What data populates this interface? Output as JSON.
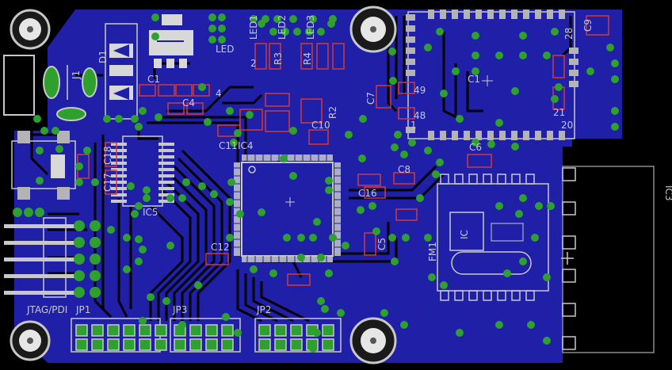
{
  "colors": {
    "background": "#000000",
    "copper_bottom": "#1f1fa8",
    "trace": "#000000",
    "via": "#2ea02e",
    "pad": "#b4b4b4",
    "silkscreen": "#c8c8c8",
    "outline": "#d23a3a"
  },
  "labels": {
    "led": "LED",
    "led1": "LED1",
    "led2": "LED2",
    "led3": "LED3",
    "r3": "R3",
    "r4": "R4",
    "r2": "R2",
    "d1": "D1",
    "j1": "J1",
    "c1a": "C1",
    "c4": "C4",
    "c11": "C11",
    "ic4": "IC4",
    "c10": "C10",
    "c7": "C7",
    "c18": "C18",
    "c17": "C17",
    "ic5": "IC5",
    "c12": "C12",
    "c16": "C16",
    "c8": "C8",
    "c5": "C5",
    "c6": "C6",
    "c9": "C9",
    "fm1": "FM1",
    "ic3": "IC3",
    "jtag": "JTAG/PDI",
    "jp1": "JP1",
    "jp3": "JP3",
    "jp2": "JP2",
    "n49": "49",
    "n48": "48",
    "n1": "1",
    "n2": "2",
    "n4": "4",
    "n28": "28",
    "n21": "21",
    "n20": "20",
    "ic": "IC",
    "c1b": "C1"
  }
}
